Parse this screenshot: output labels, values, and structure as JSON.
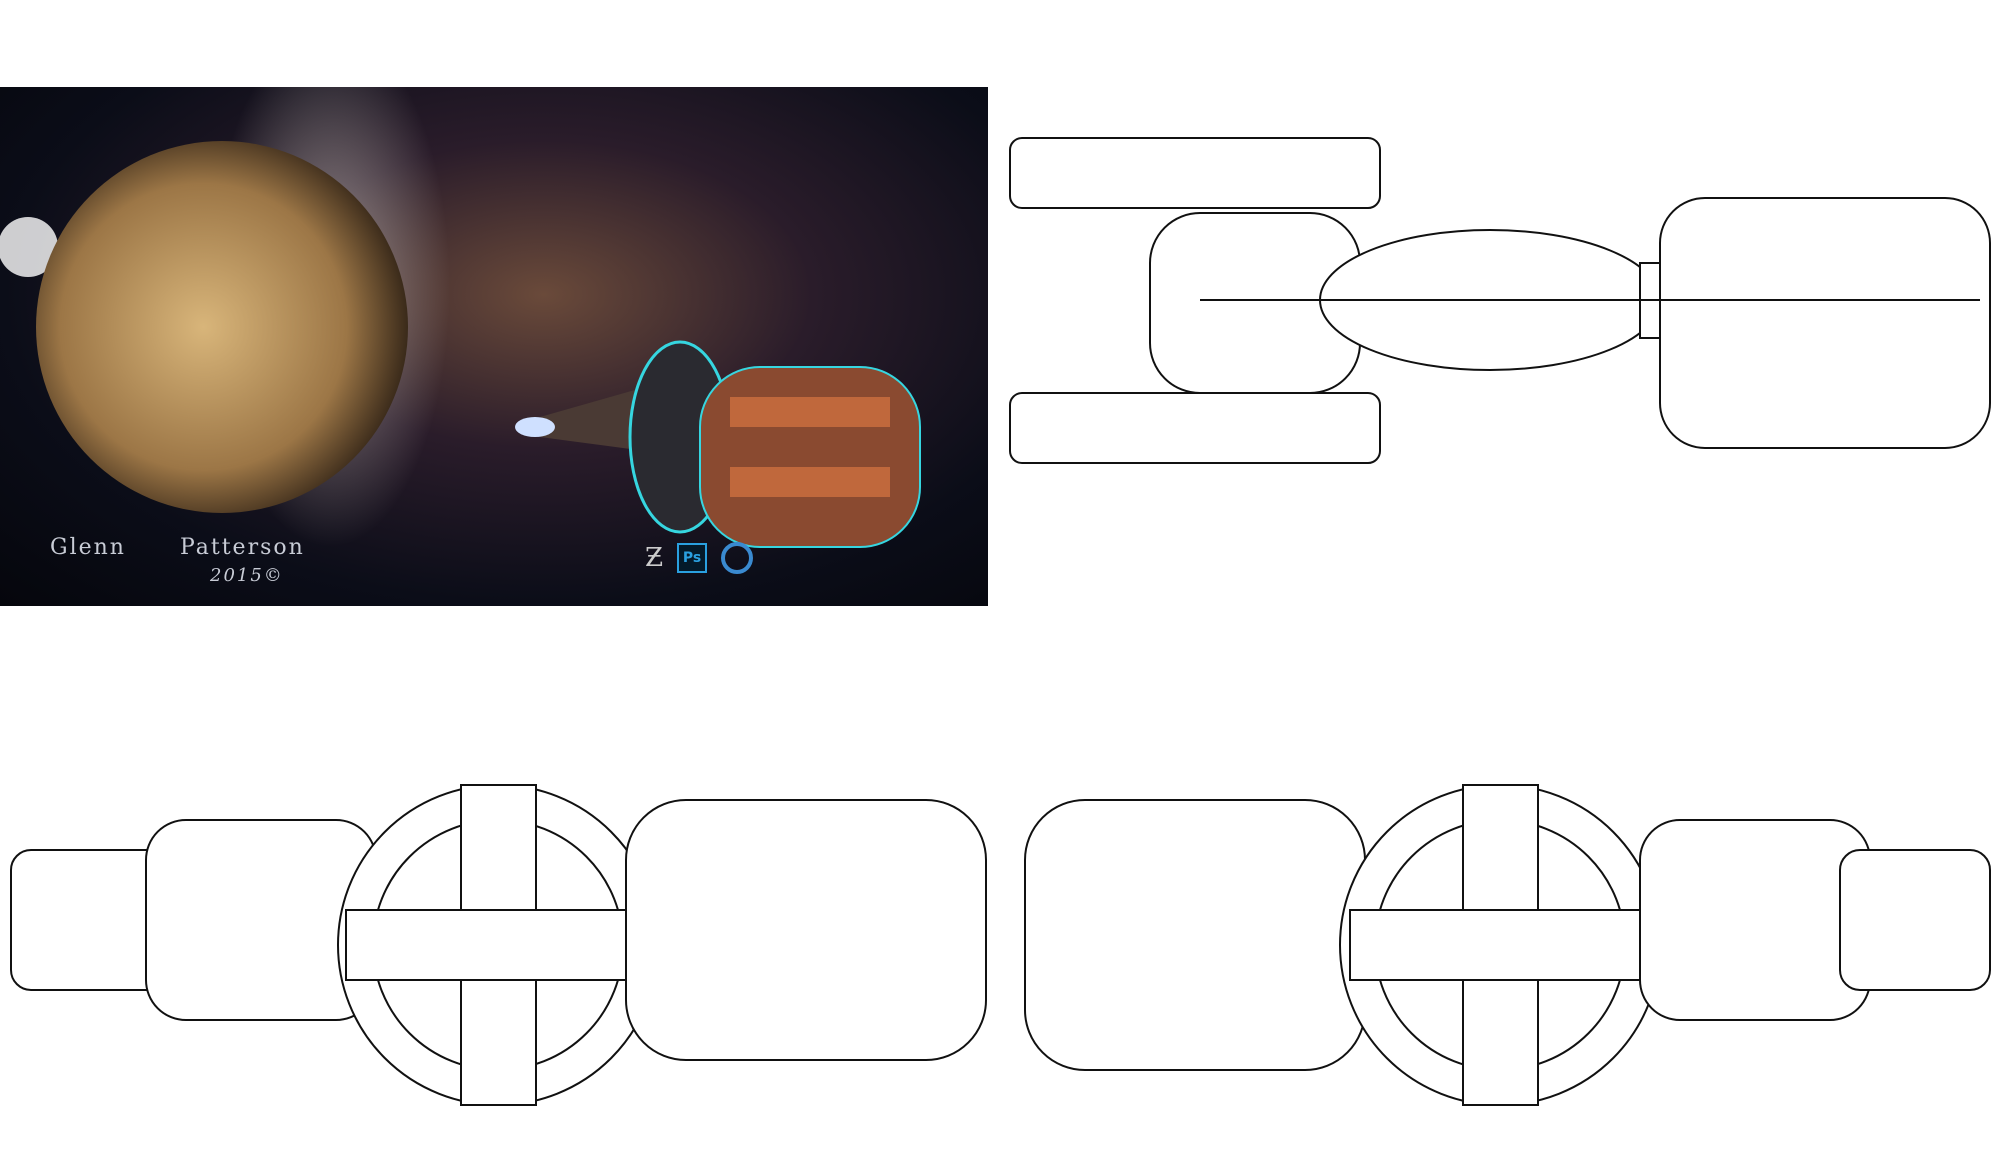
{
  "artwork": {
    "signature_first": "Glenn",
    "signature_last": "Patterson",
    "signature_year": "2015©",
    "software_logos": [
      "zbrush-icon",
      "photoshop-icon",
      "keyshot-icon"
    ],
    "photoshop_label": "Ps"
  },
  "colors": {
    "space_bg": "#0b0d18",
    "planet": "#b8925a",
    "ship_glow": "#36d6e0",
    "line_art": "#111111"
  }
}
